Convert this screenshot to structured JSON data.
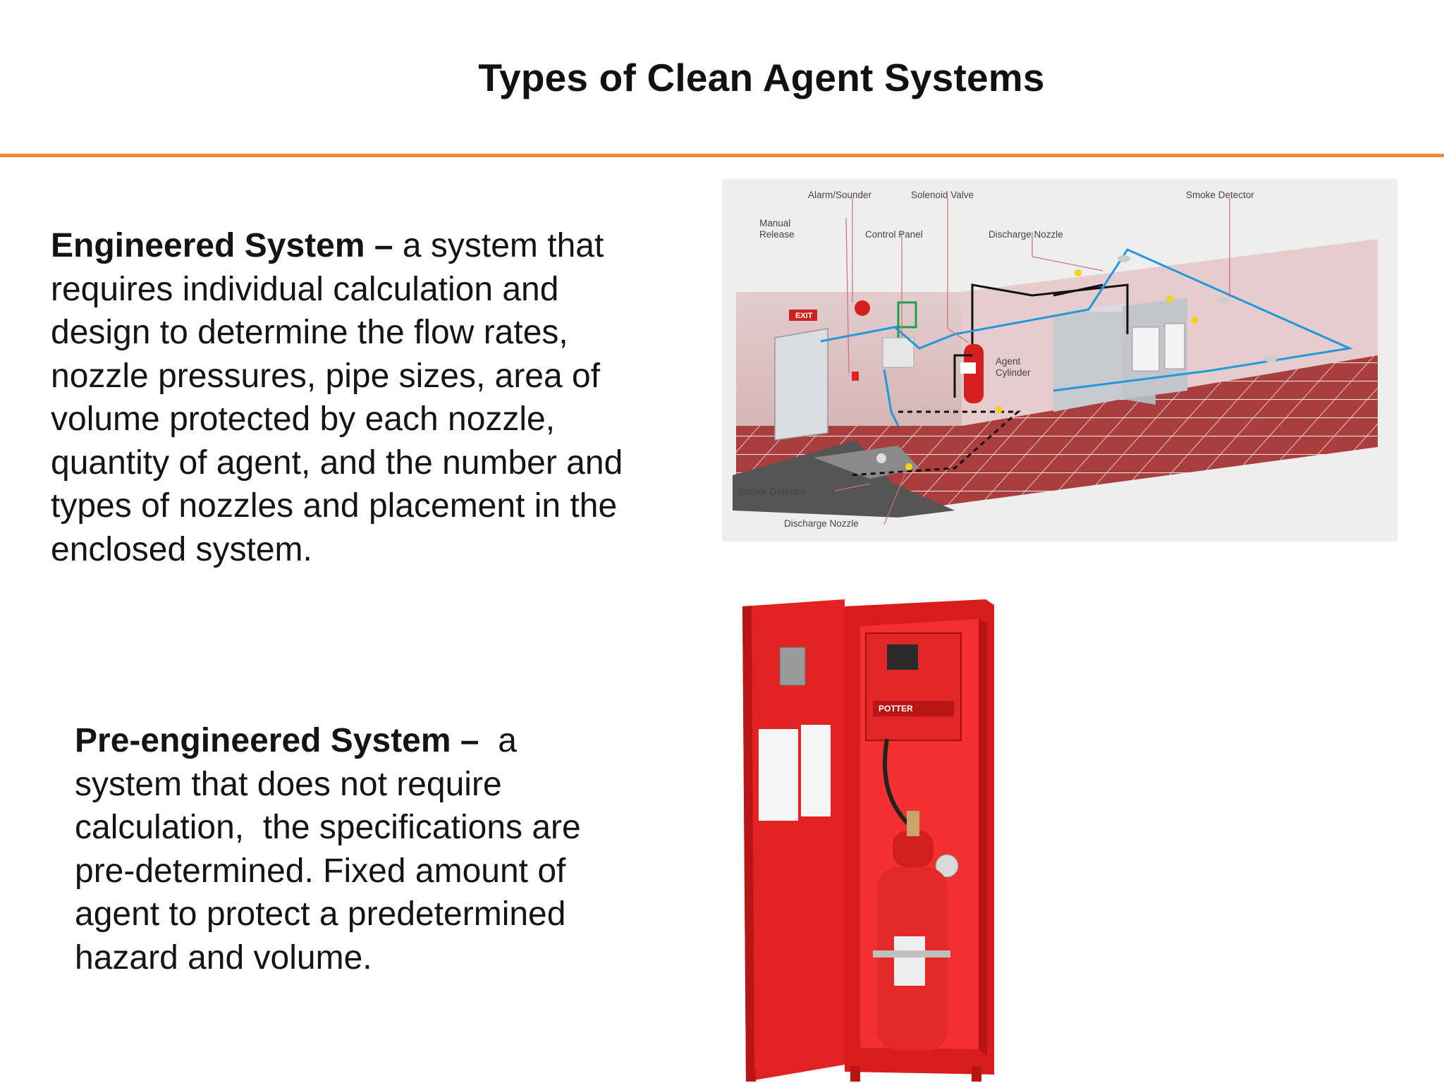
{
  "slide": {
    "title": "Types of Clean Agent Systems",
    "accent_color": "#f0883e"
  },
  "engineered": {
    "term": "Engineered System –",
    "lines": [
      " a system that",
      "requires individual calculation and",
      "design to determine the flow rates,",
      "nozzle pressures, pipe sizes, area of",
      "volume protected by each nozzle,",
      "quantity of agent, and the number and",
      "types of nozzles and placement in the",
      "enclosed system."
    ]
  },
  "pre_engineered": {
    "term": "Pre-engineered System –",
    "lines": [
      "  a",
      "system that does not require",
      "calculation,  the specifications are",
      "pre-determined. Fixed amount of",
      "agent to protect a predetermined",
      "hazard and volume."
    ]
  },
  "diagram": {
    "labels": {
      "alarm_sounder": "Alarm/Sounder",
      "solenoid_valve": "Solenoid Valve",
      "smoke_detector_top": "Smoke Detector",
      "manual_release_1": "Manual",
      "manual_release_2": "Release",
      "control_panel": "Control Panel",
      "discharge_nozzle_top": "Discharge Nozzle",
      "agent_cylinder_1": "Agent",
      "agent_cylinder_2": "Cylinder",
      "exit_sign": "EXIT",
      "smoke_detector_bottom": "Smoke Detector",
      "discharge_nozzle_bottom": "Discharge Nozzle"
    }
  },
  "cabinet_photo": {
    "brand_logo": "POTTER"
  }
}
